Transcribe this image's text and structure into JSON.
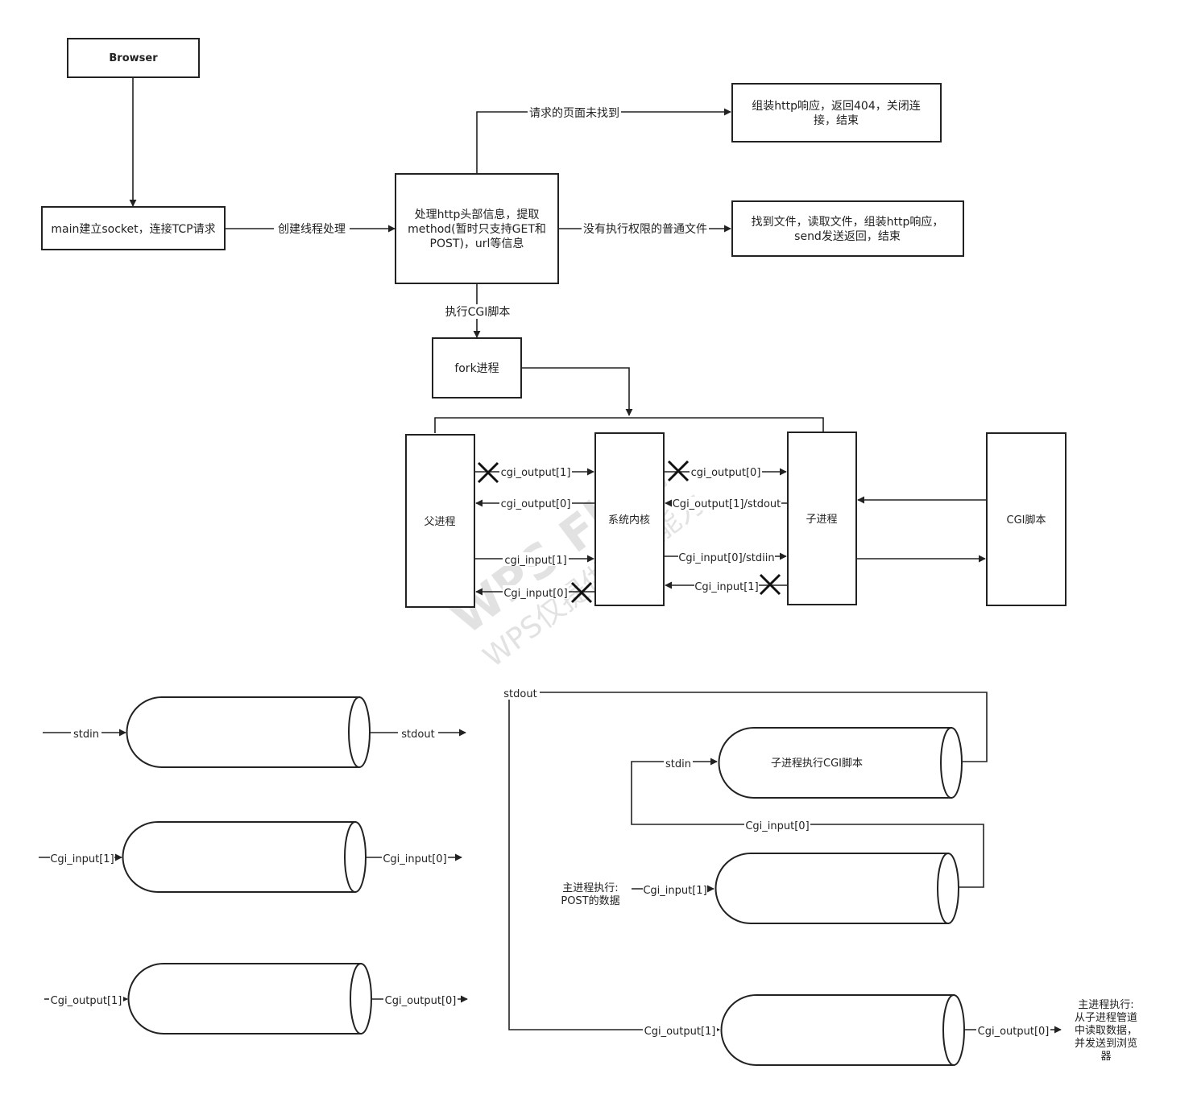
{
  "nodes": {
    "browser": "Browser",
    "main": "main建立socket，连接TCP请求",
    "handle": [
      "处理http头部信息，提取",
      "method(暂时只支持GET和",
      "POST)，url等信息"
    ],
    "resp404": [
      "组装http响应，返回404，关闭连",
      "接，结束"
    ],
    "file": [
      "找到文件，读取文件，组装http响应，",
      "send发送返回，结束"
    ],
    "fork": "fork进程",
    "parent": "父进程",
    "kernel": "系统内核",
    "child": "子进程",
    "cgi": "CGI脚本"
  },
  "edges": {
    "create_thread": "创建线程处理",
    "not_found": "请求的页面未找到",
    "no_exec": "没有执行权限的普通文件",
    "exec_cgi": "执行CGI脚本"
  },
  "pipes_mid": {
    "p_out1": "cgi_output[1]",
    "p_out0": "cgi_output[0]",
    "p_in1": "cgi_input[1]",
    "p_in0": "Cgi_input[0]",
    "c_out0": "cgi_output[0]",
    "c_out1": "Cgi_output[1]/stdout",
    "c_in0": "Cgi_input[0]/stdiin",
    "c_in1": "Cgi_input[1]"
  },
  "legend": {
    "stdin": "stdin",
    "stdout": "stdout",
    "in1": "Cgi_input[1]",
    "in0": "Cgi_input[0]",
    "out1": "Cgi_output[1]",
    "out0": "Cgi_output[0]"
  },
  "flow": {
    "stdout": "stdout",
    "stdin": "stdin",
    "child_exec": "子进程执行CGI脚本",
    "cgi_input0": "Cgi_input[0]",
    "main_post": [
      "主进程执行:",
      "POST的数据"
    ],
    "cgi_input1": "Cgi_input[1]",
    "cgi_output1": "Cgi_output[1]",
    "cgi_output0": "Cgi_output[0]",
    "main_read": [
      "主进程执行:",
      "从子进程管道",
      "中读取数据，",
      "并发送到浏览",
      "器"
    ]
  },
  "watermark": {
    "line1": "WPS Flow",
    "line2": "WPS仅提供作图能力"
  }
}
